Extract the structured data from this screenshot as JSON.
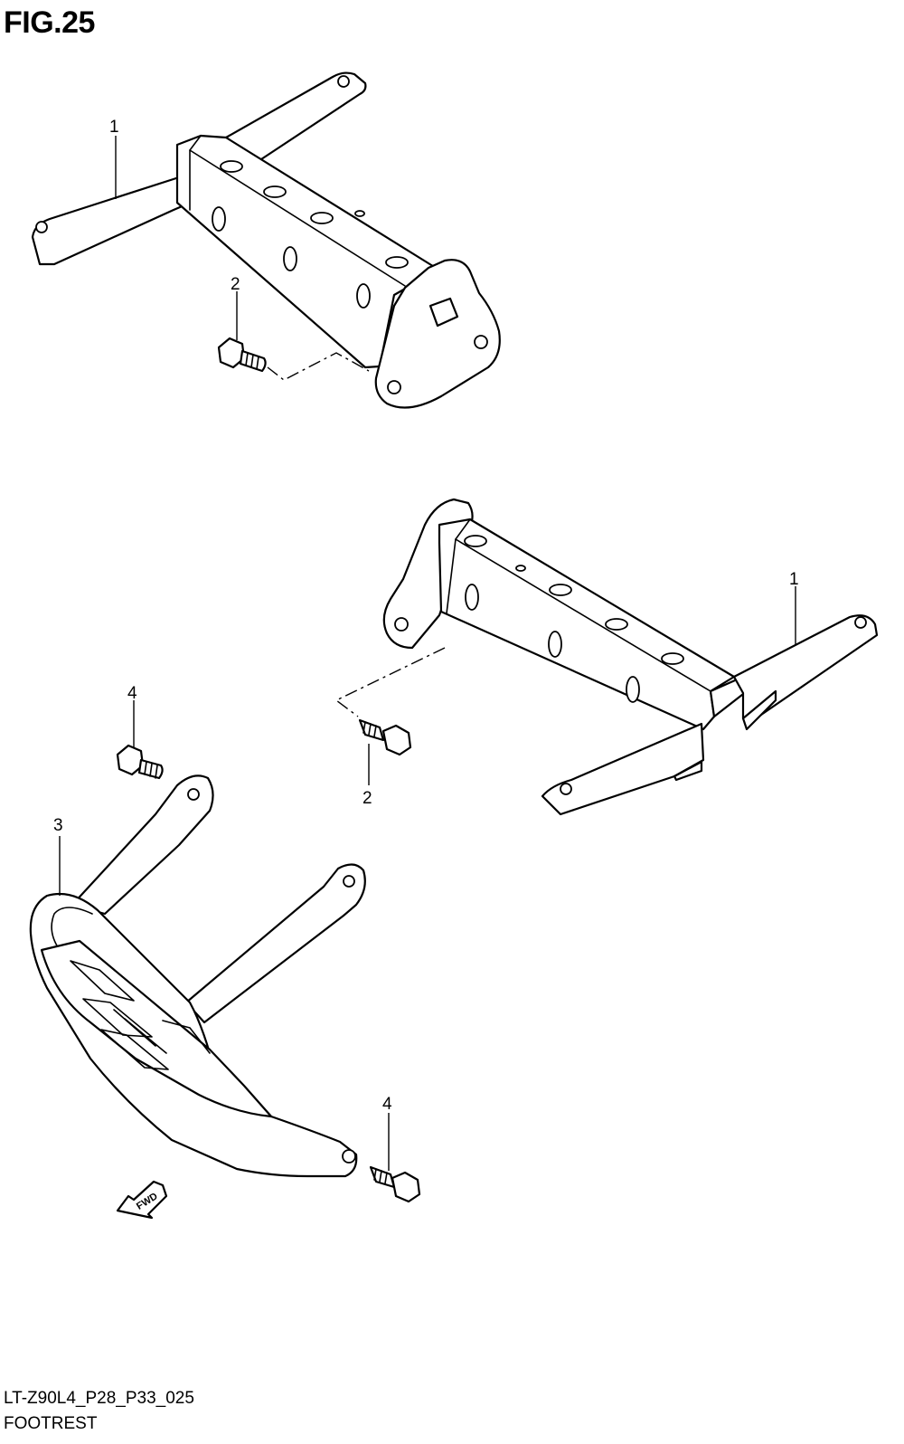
{
  "figure": {
    "title": "FIG.25",
    "drawing_code": "LT-Z90L4_P28_P33_025",
    "name": "FOOTREST"
  },
  "callouts": {
    "bracket_top": "1",
    "bolt_top": "2",
    "bracket_right": "1",
    "bolt_right": "2",
    "bolt_left_top": "4",
    "footrest_guard": "3",
    "bolt_bottom": "4"
  },
  "direction_marker": {
    "label": "FWD",
    "icon": "fwd-arrow-icon"
  }
}
